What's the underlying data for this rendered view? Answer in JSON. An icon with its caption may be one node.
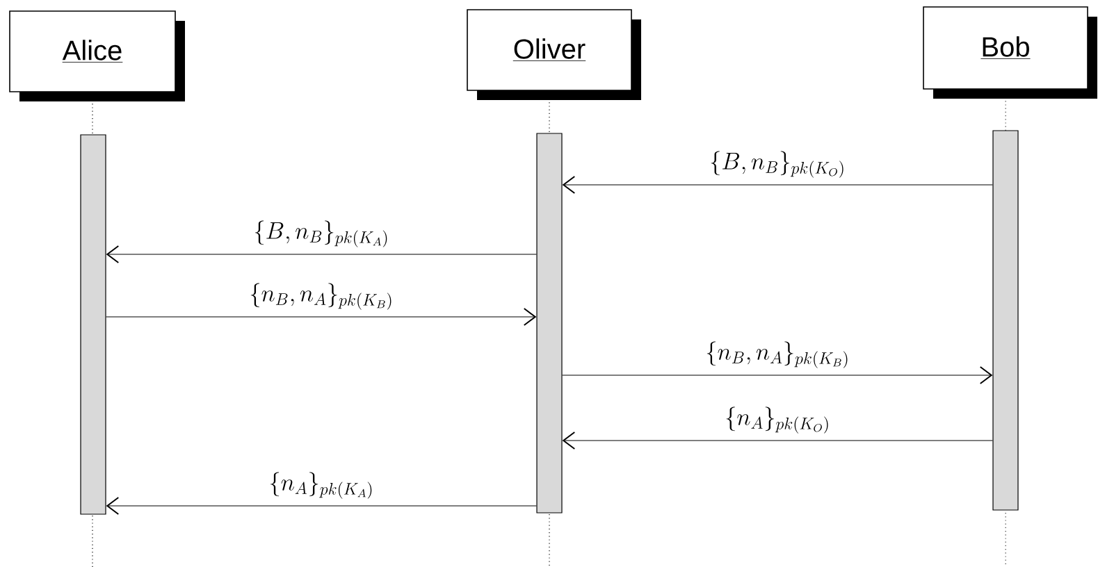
{
  "diagram": {
    "nodes": [
      {
        "text": [
          "Alice"
        ]
      },
      {
        "text": [
          "Oliver"
        ]
      },
      {
        "text": [
          "Bob"
        ]
      },
      {
        "text": [],
        "shape": "bar"
      },
      {
        "text": [],
        "shape": "bar"
      },
      {
        "text": [],
        "shape": "bar"
      }
    ],
    "edges": [
      {
        "from": 5,
        "to": 4,
        "arrow": "to",
        "label": "\\{B, n_B\\}_{pk(K_O)}"
      },
      {
        "from": 4,
        "to": 3,
        "arrow": "to",
        "label": "\\{B, n_B\\}_{pk(K_A)}"
      },
      {
        "from": 3,
        "to": 4,
        "arrow": "to",
        "label": "\\{n_B, n_A\\}_{pk(K_B)}"
      },
      {
        "from": 4,
        "to": 5,
        "arrow": "to",
        "label": "\\{n_B, n_A\\}_{pk(K_B)}"
      },
      {
        "from": 5,
        "to": 4,
        "arrow": "to",
        "label": "\\{n_A\\}_{pk(K_O)}"
      },
      {
        "from": 4,
        "to": 3,
        "arrow": "to",
        "label": "\\{n_A\\}_{pk(K_A)}"
      }
    ]
  }
}
